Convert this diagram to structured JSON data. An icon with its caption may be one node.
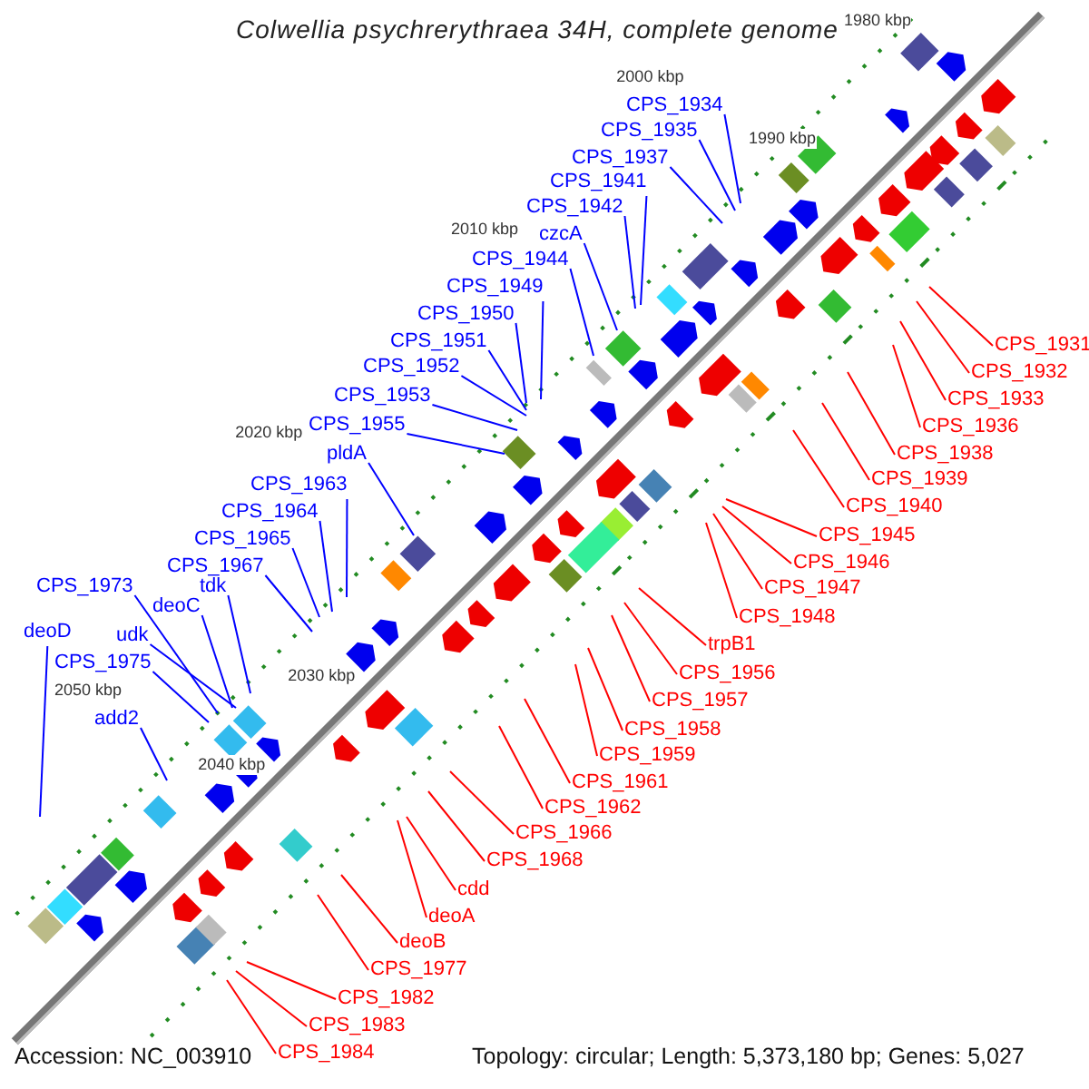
{
  "diagram": {
    "title": "Colwellia psychrerythraea 34H, complete genome",
    "nodes": [
      {
        "text": [
          "CPS_1934"
        ]
      },
      {
        "text": [
          "CPS_1935"
        ]
      },
      {
        "text": [
          "CPS_1937"
        ]
      },
      {
        "text": [
          "CPS_1941"
        ]
      },
      {
        "text": [
          "CPS_1942"
        ]
      },
      {
        "text": [
          "czcA"
        ]
      },
      {
        "text": [
          "CPS_1944"
        ]
      },
      {
        "text": [
          "CPS_1949"
        ]
      },
      {
        "text": [
          "CPS_1950"
        ]
      },
      {
        "text": [
          "CPS_1951"
        ]
      },
      {
        "text": [
          "CPS_1952"
        ]
      },
      {
        "text": [
          "CPS_1953"
        ]
      },
      {
        "text": [
          "CPS_1955"
        ]
      },
      {
        "text": [
          "pldA"
        ]
      },
      {
        "text": [
          "CPS_1963"
        ]
      },
      {
        "text": [
          "CPS_1964"
        ]
      },
      {
        "text": [
          "CPS_1965"
        ]
      },
      {
        "text": [
          "CPS_1967"
        ]
      },
      {
        "text": [
          "CPS_1973"
        ]
      },
      {
        "text": [
          "tdk"
        ]
      },
      {
        "text": [
          "deoC"
        ]
      },
      {
        "text": [
          "deoD"
        ]
      },
      {
        "text": [
          "udk"
        ]
      },
      {
        "text": [
          "CPS_1975"
        ]
      },
      {
        "text": [
          "add2"
        ]
      },
      {
        "text": [
          "CPS_1931"
        ]
      },
      {
        "text": [
          "CPS_1932"
        ]
      },
      {
        "text": [
          "CPS_1933"
        ]
      },
      {
        "text": [
          "CPS_1936"
        ]
      },
      {
        "text": [
          "CPS_1938"
        ]
      },
      {
        "text": [
          "CPS_1939"
        ]
      },
      {
        "text": [
          "CPS_1940"
        ]
      },
      {
        "text": [
          "CPS_1945"
        ]
      },
      {
        "text": [
          "CPS_1946"
        ]
      },
      {
        "text": [
          "CPS_1947"
        ]
      },
      {
        "text": [
          "CPS_1948"
        ]
      },
      {
        "text": [
          "trpB1"
        ]
      },
      {
        "text": [
          "CPS_1956"
        ]
      },
      {
        "text": [
          "CPS_1957"
        ]
      },
      {
        "text": [
          "CPS_1958"
        ]
      },
      {
        "text": [
          "CPS_1959"
        ]
      },
      {
        "text": [
          "CPS_1961"
        ]
      },
      {
        "text": [
          "CPS_1962"
        ]
      },
      {
        "text": [
          "CPS_1966"
        ]
      },
      {
        "text": [
          "CPS_1968"
        ]
      },
      {
        "text": [
          "cdd"
        ]
      },
      {
        "text": [
          "deoA"
        ]
      },
      {
        "text": [
          "deoB"
        ]
      },
      {
        "text": [
          "CPS_1977"
        ]
      },
      {
        "text": [
          "CPS_1982"
        ]
      },
      {
        "text": [
          "CPS_1983"
        ]
      },
      {
        "text": [
          "CPS_1984"
        ]
      }
    ],
    "edges": [
      {
        "from": 0,
        "to": null,
        "arrow": "none",
        "color": "#0000ff"
      },
      {
        "from": 1,
        "to": null,
        "arrow": "none",
        "color": "#0000ff"
      },
      {
        "from": 2,
        "to": null,
        "arrow": "none",
        "color": "#0000ff"
      },
      {
        "from": 3,
        "to": null,
        "arrow": "none",
        "color": "#0000ff"
      },
      {
        "from": 4,
        "to": null,
        "arrow": "none",
        "color": "#0000ff"
      },
      {
        "from": 5,
        "to": null,
        "arrow": "none",
        "color": "#0000ff"
      },
      {
        "from": 6,
        "to": null,
        "arrow": "none",
        "color": "#0000ff"
      },
      {
        "from": 7,
        "to": null,
        "arrow": "none",
        "color": "#0000ff"
      },
      {
        "from": 8,
        "to": null,
        "arrow": "none",
        "color": "#0000ff"
      },
      {
        "from": 9,
        "to": null,
        "arrow": "none",
        "color": "#0000ff"
      },
      {
        "from": 10,
        "to": null,
        "arrow": "none",
        "color": "#0000ff"
      },
      {
        "from": 11,
        "to": null,
        "arrow": "none",
        "color": "#0000ff"
      },
      {
        "from": 12,
        "to": null,
        "arrow": "none",
        "color": "#0000ff"
      },
      {
        "from": 13,
        "to": null,
        "arrow": "none",
        "color": "#0000ff"
      },
      {
        "from": 14,
        "to": null,
        "arrow": "none",
        "color": "#0000ff"
      },
      {
        "from": 15,
        "to": null,
        "arrow": "none",
        "color": "#0000ff"
      },
      {
        "from": 16,
        "to": null,
        "arrow": "none",
        "color": "#0000ff"
      },
      {
        "from": 17,
        "to": null,
        "arrow": "none",
        "color": "#0000ff"
      },
      {
        "from": 18,
        "to": null,
        "arrow": "none",
        "color": "#0000ff"
      },
      {
        "from": 19,
        "to": null,
        "arrow": "none",
        "color": "#0000ff"
      },
      {
        "from": 20,
        "to": null,
        "arrow": "none",
        "color": "#0000ff"
      },
      {
        "from": 21,
        "to": null,
        "arrow": "none",
        "color": "#0000ff"
      },
      {
        "from": 22,
        "to": null,
        "arrow": "none",
        "color": "#0000ff"
      },
      {
        "from": 23,
        "to": null,
        "arrow": "none",
        "color": "#0000ff"
      },
      {
        "from": 24,
        "to": null,
        "arrow": "none",
        "color": "#0000ff"
      },
      {
        "from": 25,
        "to": null,
        "arrow": "none",
        "color": "#ff0000"
      },
      {
        "from": 26,
        "to": null,
        "arrow": "none",
        "color": "#ff0000"
      },
      {
        "from": 27,
        "to": null,
        "arrow": "none",
        "color": "#ff0000"
      },
      {
        "from": 28,
        "to": null,
        "arrow": "none",
        "color": "#ff0000"
      },
      {
        "from": 29,
        "to": null,
        "arrow": "none",
        "color": "#ff0000"
      },
      {
        "from": 30,
        "to": null,
        "arrow": "none",
        "color": "#ff0000"
      },
      {
        "from": 31,
        "to": null,
        "arrow": "none",
        "color": "#ff0000"
      },
      {
        "from": 32,
        "to": null,
        "arrow": "none",
        "color": "#ff0000"
      },
      {
        "from": 33,
        "to": null,
        "arrow": "none",
        "color": "#ff0000"
      },
      {
        "from": 34,
        "to": null,
        "arrow": "none",
        "color": "#ff0000"
      },
      {
        "from": 35,
        "to": null,
        "arrow": "none",
        "color": "#ff0000"
      },
      {
        "from": 36,
        "to": null,
        "arrow": "none",
        "color": "#ff0000"
      },
      {
        "from": 37,
        "to": null,
        "arrow": "none",
        "color": "#ff0000"
      },
      {
        "from": 38,
        "to": null,
        "arrow": "none",
        "color": "#ff0000"
      },
      {
        "from": 39,
        "to": null,
        "arrow": "none",
        "color": "#ff0000"
      },
      {
        "from": 40,
        "to": null,
        "arrow": "none",
        "color": "#ff0000"
      },
      {
        "from": 41,
        "to": null,
        "arrow": "none",
        "color": "#ff0000"
      },
      {
        "from": 42,
        "to": null,
        "arrow": "none",
        "color": "#ff0000"
      },
      {
        "from": 43,
        "to": null,
        "arrow": "none",
        "color": "#ff0000"
      },
      {
        "from": 44,
        "to": null,
        "arrow": "none",
        "color": "#ff0000"
      },
      {
        "from": 45,
        "to": null,
        "arrow": "none",
        "color": "#ff0000"
      },
      {
        "from": 46,
        "to": null,
        "arrow": "none",
        "color": "#ff0000"
      },
      {
        "from": 47,
        "to": null,
        "arrow": "none",
        "color": "#ff0000"
      },
      {
        "from": 48,
        "to": null,
        "arrow": "none",
        "color": "#ff0000"
      },
      {
        "from": 49,
        "to": null,
        "arrow": "none",
        "color": "#ff0000"
      },
      {
        "from": 50,
        "to": null,
        "arrow": "none",
        "color": "#ff0000"
      },
      {
        "from": 51,
        "to": null,
        "arrow": "none",
        "color": "#ff0000"
      }
    ],
    "labels": [
      "1980 kbp",
      "1990 kbp",
      "2000 kbp",
      "2010 kbp",
      "2020 kbp",
      "2030 kbp",
      "2040 kbp",
      "2050 kbp",
      "Accession: NC_003910",
      "Topology: circular; Length: 5,373,180 bp; Genes: 5,027"
    ]
  }
}
